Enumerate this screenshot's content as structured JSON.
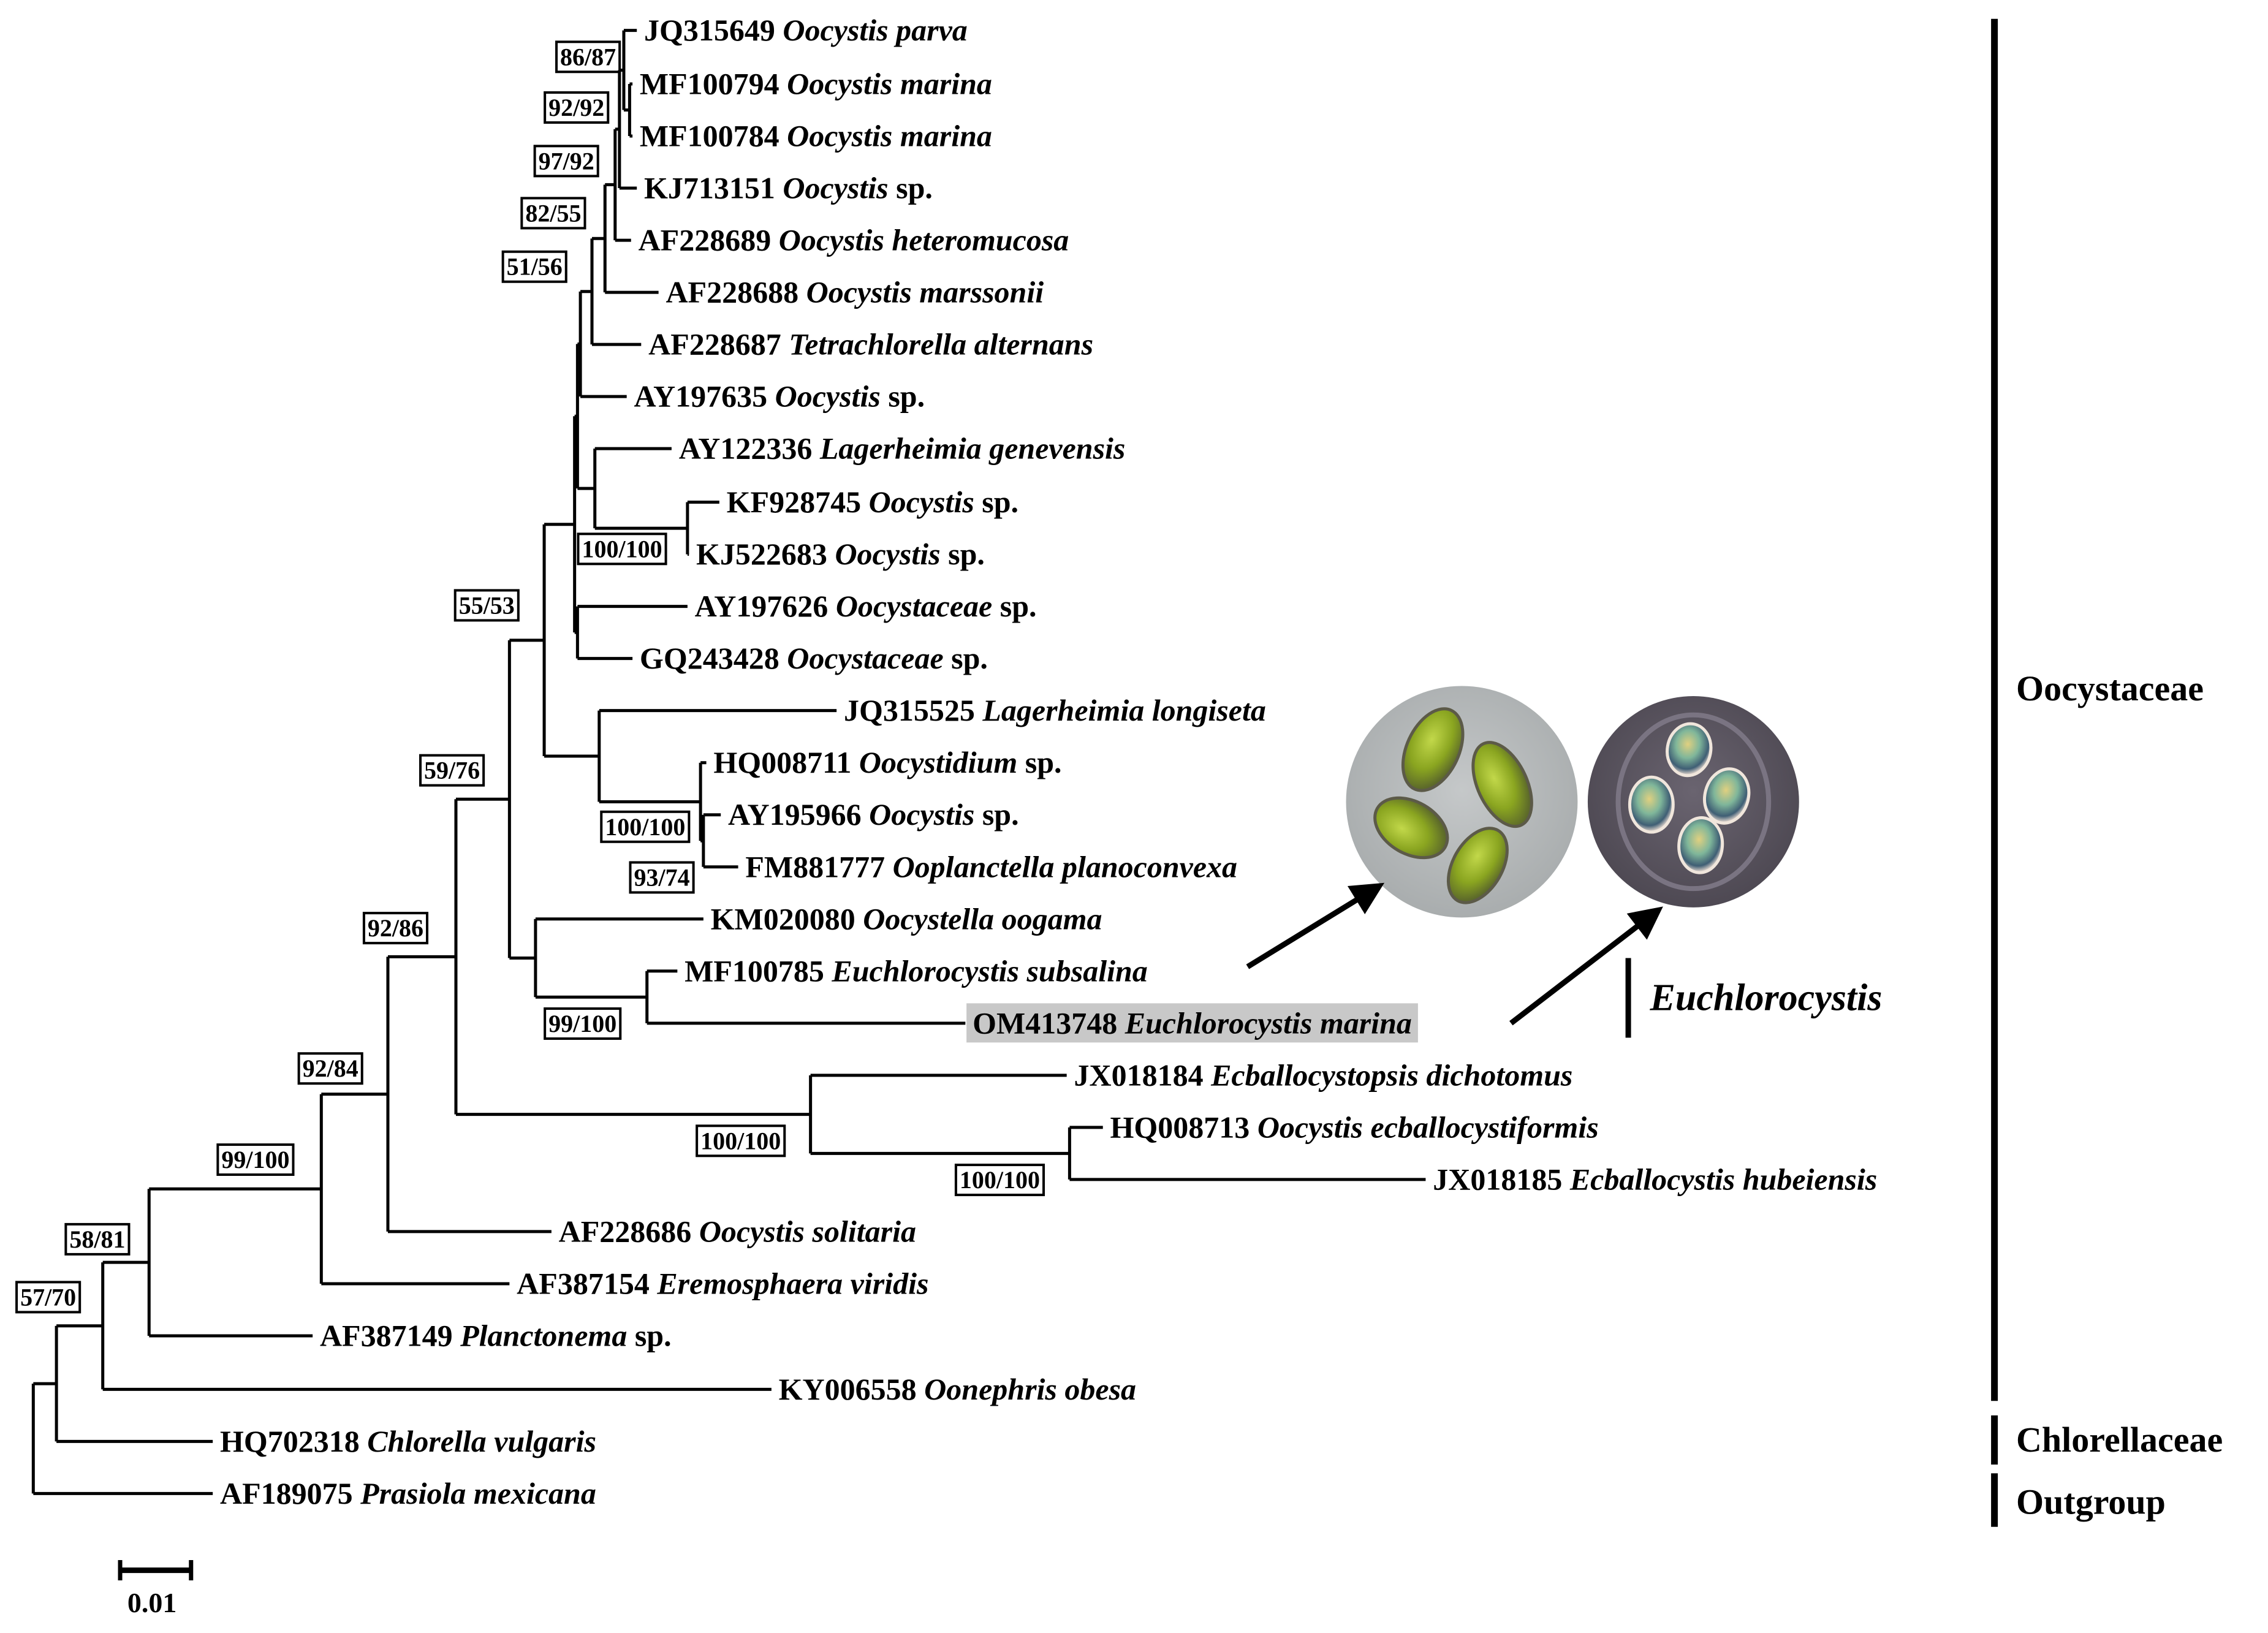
{
  "figure": {
    "type": "phylogenetic-tree",
    "scale_bar_label": "0.01",
    "highlight_color": "#c8c8c8",
    "line_color": "#000000"
  },
  "taxa": [
    {
      "id": "t1",
      "accession": "JQ315649",
      "species": "Oocystis parva",
      "suffix": ""
    },
    {
      "id": "t2",
      "accession": "MF100794",
      "species": "Oocystis marina",
      "suffix": ""
    },
    {
      "id": "t3",
      "accession": "MF100784",
      "species": "Oocystis marina",
      "suffix": ""
    },
    {
      "id": "t4",
      "accession": "KJ713151",
      "species": "Oocystis",
      "suffix": " sp."
    },
    {
      "id": "t5",
      "accession": "AF228689",
      "species": "Oocystis heteromucosa",
      "suffix": ""
    },
    {
      "id": "t6",
      "accession": "AF228688",
      "species": "Oocystis marssonii",
      "suffix": ""
    },
    {
      "id": "t7",
      "accession": "AF228687",
      "species": "Tetrachlorella alternans",
      "suffix": ""
    },
    {
      "id": "t8",
      "accession": "AY197635",
      "species": "Oocystis",
      "suffix": " sp."
    },
    {
      "id": "t9",
      "accession": "AY122336",
      "species": "Lagerheimia genevensis",
      "suffix": ""
    },
    {
      "id": "t10",
      "accession": "KF928745",
      "species": "Oocystis",
      "suffix": " sp."
    },
    {
      "id": "t11",
      "accession": "KJ522683",
      "species": "Oocystis",
      "suffix": " sp."
    },
    {
      "id": "t12",
      "accession": "AY197626",
      "species": "Oocystaceae",
      "suffix": " sp."
    },
    {
      "id": "t13",
      "accession": "GQ243428",
      "species": "Oocystaceae",
      "suffix": " sp."
    },
    {
      "id": "t14",
      "accession": "JQ315525",
      "species": "Lagerheimia longiseta",
      "suffix": ""
    },
    {
      "id": "t15",
      "accession": "HQ008711",
      "species": "Oocystidium",
      "suffix": " sp."
    },
    {
      "id": "t16",
      "accession": "AY195966",
      "species": "Oocystis",
      "suffix": " sp."
    },
    {
      "id": "t17",
      "accession": "FM881777",
      "species": "Ooplanctella planoconvexa",
      "suffix": ""
    },
    {
      "id": "t18",
      "accession": "KM020080",
      "species": "Oocystella oogama",
      "suffix": ""
    },
    {
      "id": "t19",
      "accession": "MF100785",
      "species": "Euchlorocystis subsalina",
      "suffix": ""
    },
    {
      "id": "t20",
      "accession": "OM413748",
      "species": "Euchlorocystis marina",
      "suffix": "",
      "highlighted": true
    },
    {
      "id": "t21",
      "accession": "JX018184",
      "species": "Ecballocystopsis dichotomus",
      "suffix": ""
    },
    {
      "id": "t22",
      "accession": "HQ008713",
      "species": "Oocystis ecballocystiformis",
      "suffix": ""
    },
    {
      "id": "t23",
      "accession": "JX018185",
      "species": "Ecballocystis hubeiensis",
      "suffix": ""
    },
    {
      "id": "t24",
      "accession": "AF228686",
      "species": "Oocystis solitaria",
      "suffix": ""
    },
    {
      "id": "t25",
      "accession": "AF387154",
      "species": "Eremosphaera viridis",
      "suffix": ""
    },
    {
      "id": "t26",
      "accession": "AF387149",
      "species": "Planctonema",
      "suffix": " sp."
    },
    {
      "id": "t27",
      "accession": "KY006558",
      "species": "Oonephris obesa",
      "suffix": ""
    },
    {
      "id": "t28",
      "accession": "HQ702318",
      "species": "Chlorella vulgaris",
      "suffix": ""
    },
    {
      "id": "t29",
      "accession": "AF189075",
      "species": "Prasiola mexicana",
      "suffix": ""
    }
  ],
  "support_values": [
    {
      "node": "n_parva",
      "label": "86/87"
    },
    {
      "node": "n_marina",
      "label": "92/92"
    },
    {
      "node": "n_kj713",
      "label": "97/92"
    },
    {
      "node": "n_hetero",
      "label": "82/55"
    },
    {
      "node": "n_marss",
      "label": "51/56"
    },
    {
      "node": "n_kf",
      "label": "100/100"
    },
    {
      "node": "n_a1",
      "label": "55/53"
    },
    {
      "node": "n_oocyd",
      "label": "100/100"
    },
    {
      "node": "n_ay1959",
      "label": "93/74"
    },
    {
      "node": "n_euchl",
      "label": "99/100"
    },
    {
      "node": "n_a0",
      "label": "59/76"
    },
    {
      "node": "n_ecb",
      "label": "100/100"
    },
    {
      "node": "n_ecb2",
      "label": "100/100"
    },
    {
      "node": "n_b",
      "label": "92/86"
    },
    {
      "node": "n_c",
      "label": "92/84"
    },
    {
      "node": "n_d",
      "label": "99/100"
    },
    {
      "node": "n_e",
      "label": "58/81"
    },
    {
      "node": "n_f",
      "label": "57/70"
    }
  ],
  "clades": [
    {
      "name": "Oocystaceae",
      "from": "t1",
      "to": "t27",
      "style": "bold"
    },
    {
      "name": "Chlorellaceae",
      "from": "t28",
      "to": "t28",
      "style": "bold"
    },
    {
      "name": "Outgroup",
      "from": "t29",
      "to": "t29",
      "style": "bold"
    },
    {
      "name": "Euchlorocystis",
      "from": "t19",
      "to": "t20",
      "style": "italic"
    }
  ],
  "micrographs": [
    {
      "name": "euchlorocystis-subsalina-micrograph",
      "points_from": "t19",
      "background": "#b9bcbd",
      "cell_color": "#8fae22"
    },
    {
      "name": "euchlorocystis-marina-micrograph",
      "points_from": "t20",
      "background": "#5b5660",
      "cell_color": "#9fc9b0"
    }
  ]
}
